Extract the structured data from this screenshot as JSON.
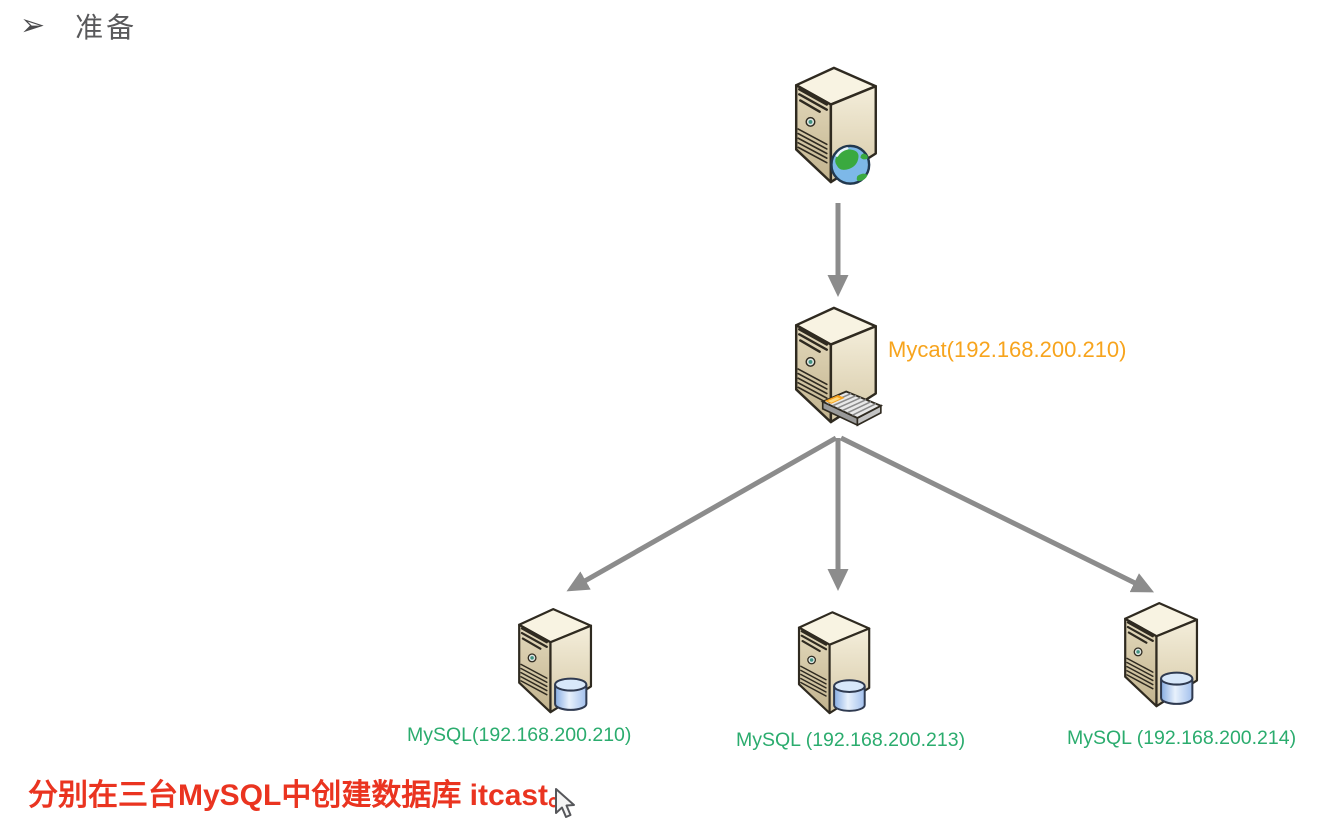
{
  "heading": {
    "bullet": "➢",
    "label": "准备"
  },
  "diagram": {
    "client": {
      "icon": "server-globe-icon",
      "label": ""
    },
    "mycat": {
      "icon": "server-keyboard-icon",
      "label": "Mycat(192.168.200.210)"
    },
    "mysql_nodes": [
      {
        "icon": "server-database-icon",
        "label": "MySQL(192.168.200.210)"
      },
      {
        "icon": "server-database-icon",
        "label": "MySQL (192.168.200.213)"
      },
      {
        "icon": "server-database-icon",
        "label": "MySQL (192.168.200.214)"
      }
    ],
    "edges": [
      {
        "from": "client",
        "to": "mycat"
      },
      {
        "from": "mycat",
        "to": "mysql-0"
      },
      {
        "from": "mycat",
        "to": "mysql-1"
      },
      {
        "from": "mycat",
        "to": "mysql-2"
      }
    ]
  },
  "note": {
    "text": "分别在三台MySQL中创建数据库 itcast。"
  },
  "colors": {
    "heading_text": "#59595B",
    "mycat_label": "#F7A41D",
    "mysql_label": "#2BAC6E",
    "note_text": "#EA3420",
    "arrow": "#8C8C8C",
    "server_body": "#E6DCC0",
    "database_cylinder": "#A9C6EF",
    "globe_ocean": "#7DB8E8",
    "globe_land": "#3AA93F"
  }
}
